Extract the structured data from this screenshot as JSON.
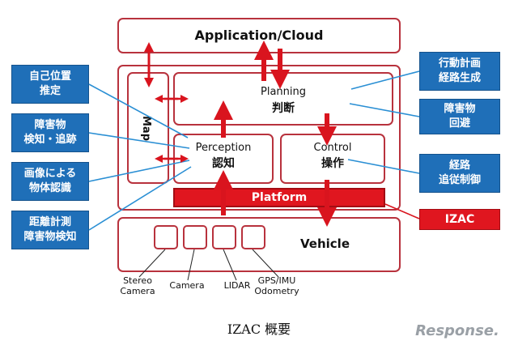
{
  "diagram": {
    "application_cloud": "Application/Cloud",
    "planning": "Planning",
    "planning_jp": "判断",
    "map": "Map",
    "perception": "Perception",
    "perception_jp": "認知",
    "control": "Control",
    "control_jp": "操作",
    "platform": "Platform",
    "vehicle": "Vehicle",
    "sensors": [
      "Stereo\nCamera",
      "Camera",
      "LIDAR",
      "GPS/IMU\nOdometry"
    ],
    "left_callouts": [
      "自己位置\n推定",
      "障害物\n検知・追跡",
      "画像による\n物体認識",
      "距離計測\n障害物検知"
    ],
    "right_callouts": [
      "行動計画\n経路生成",
      "障害物\n回避",
      "経路\n追従制御"
    ],
    "izac_label": "IZAC",
    "caption": "IZAC 概要",
    "watermark": "Response."
  },
  "colors": {
    "frame_red": "#b8323d",
    "arrow_red": "#d9141e",
    "callout_blue": "#1f6fb8",
    "leader_blue": "#2a8fd4",
    "platform_red": "#e0161f"
  }
}
